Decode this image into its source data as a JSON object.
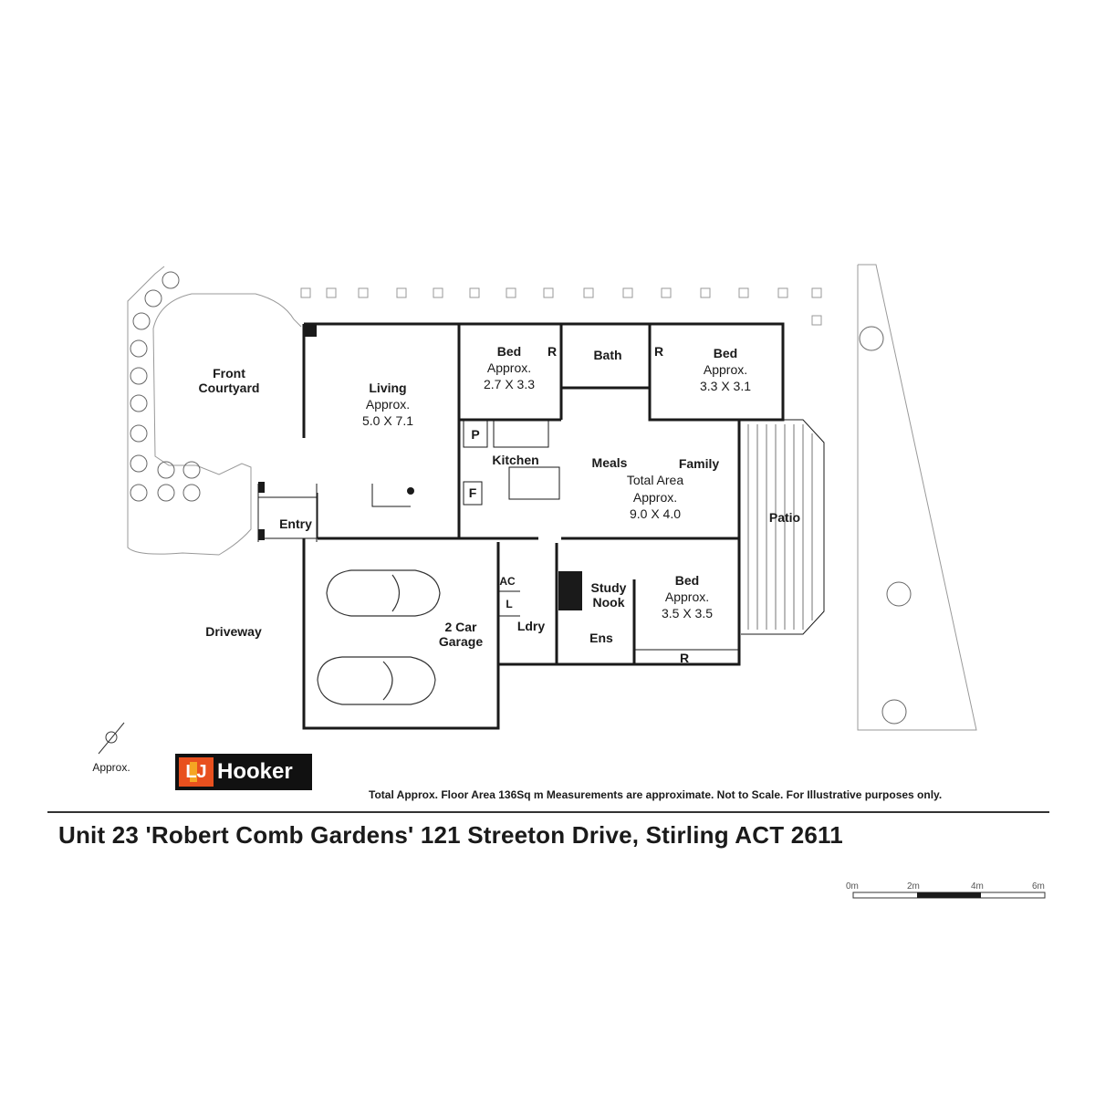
{
  "rooms": {
    "front_courtyard": "Front\nCourtyard",
    "living": {
      "name": "Living",
      "approx": "Approx.",
      "size": "5.0 X 7.1"
    },
    "bed1": {
      "name": "Bed",
      "approx": "Approx.",
      "size": "2.7 X 3.3"
    },
    "bath": "Bath",
    "bed2": {
      "name": "Bed",
      "approx": "Approx.",
      "size": "3.3 X 3.1"
    },
    "kitchen": "Kitchen",
    "pantry": "P",
    "fridge": "F",
    "meals": "Meals",
    "family": "Family",
    "total_area": {
      "line1": "Total Area",
      "line2": "Approx.",
      "size": "9.0 X 4.0"
    },
    "patio": "Patio",
    "entry": "Entry",
    "driveway": "Driveway",
    "garage": {
      "line1": "2 Car",
      "line2": "Garage"
    },
    "ac": "AC",
    "linen": "L",
    "laundry": "Ldry",
    "study": {
      "line1": "Study",
      "line2": "Nook"
    },
    "ensuite": "Ens",
    "bed3": {
      "name": "Bed",
      "approx": "Approx.",
      "size": "3.5 X 3.5"
    },
    "robe": "R"
  },
  "compass": {
    "label": "Approx."
  },
  "brand": {
    "mark": "LJ",
    "word": "Hooker",
    "colors": {
      "orange": "#e8501e",
      "yellow": "#f5a623",
      "dark": "#111111"
    }
  },
  "footnote": "Total Approx. Floor Area 136Sq m Measurements are approximate. Not to Scale. For Illustrative purposes only.",
  "address": "Unit 23 'Robert Comb Gardens' 121 Streeton Drive, Stirling ACT 2611",
  "scale": {
    "labels": [
      "0m",
      "2m",
      "4m",
      "6m"
    ]
  }
}
